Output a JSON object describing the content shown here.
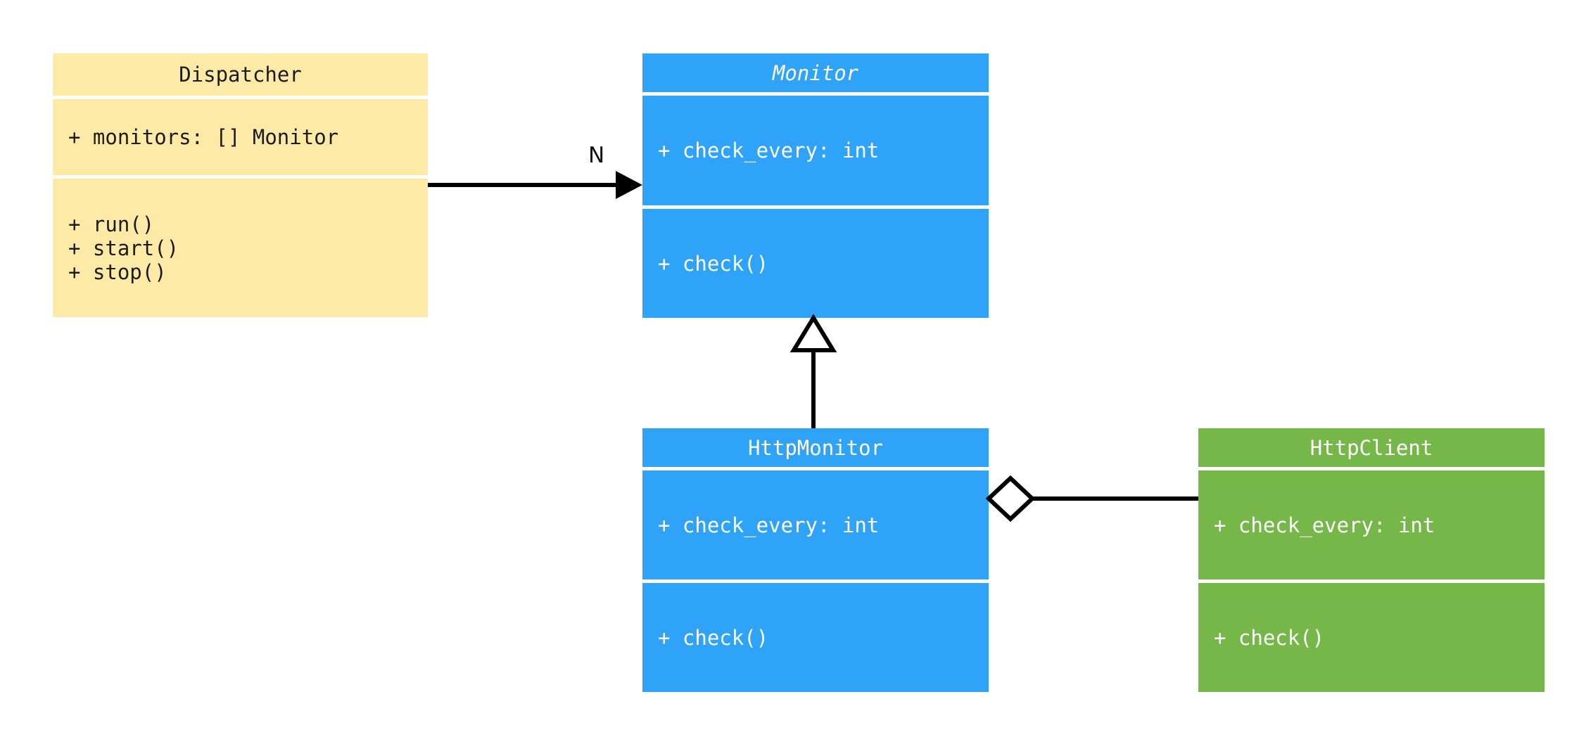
{
  "diagram": {
    "type": "uml-class-diagram",
    "background": "#ffffff",
    "palette": {
      "yellow": "#fdeaa7",
      "blue": "#2fa3f7",
      "green": "#76b74a",
      "line": "#000000",
      "dark_text": "#1c1c1c",
      "light_text": "#ffffff"
    },
    "classes": [
      {
        "id": "dispatcher",
        "name": "Dispatcher",
        "abstract": false,
        "color": "#fdeaa7",
        "attributes": [
          "+ monitors: [] Monitor"
        ],
        "methods": [
          "+ run()",
          "+ start()",
          "+ stop()"
        ]
      },
      {
        "id": "monitor",
        "name": "Monitor",
        "abstract": true,
        "color": "#2fa3f7",
        "attributes": [
          "+ check_every: int"
        ],
        "methods": [
          "+ check()"
        ]
      },
      {
        "id": "httpmonitor",
        "name": "HttpMonitor",
        "abstract": false,
        "color": "#2fa3f7",
        "attributes": [
          "+ check_every: int"
        ],
        "methods": [
          "+ check()"
        ]
      },
      {
        "id": "httpclient",
        "name": "HttpClient",
        "abstract": false,
        "color": "#76b74a",
        "attributes": [
          "+ check_every: int"
        ],
        "methods": [
          "+ check()"
        ]
      }
    ],
    "relationships": [
      {
        "id": "dispatcher-to-monitor",
        "kind": "association",
        "from": "Dispatcher",
        "to": "Monitor",
        "label": "N",
        "arrowhead": "filled-arrow"
      },
      {
        "id": "httpmonitor-to-monitor",
        "kind": "generalization",
        "from": "HttpMonitor",
        "to": "Monitor",
        "label": "",
        "arrowhead": "hollow-triangle"
      },
      {
        "id": "httpmonitor-to-httpclient",
        "kind": "aggregation",
        "from": "HttpMonitor",
        "to": "HttpClient",
        "label": "",
        "arrowhead": "hollow-diamond"
      }
    ]
  }
}
